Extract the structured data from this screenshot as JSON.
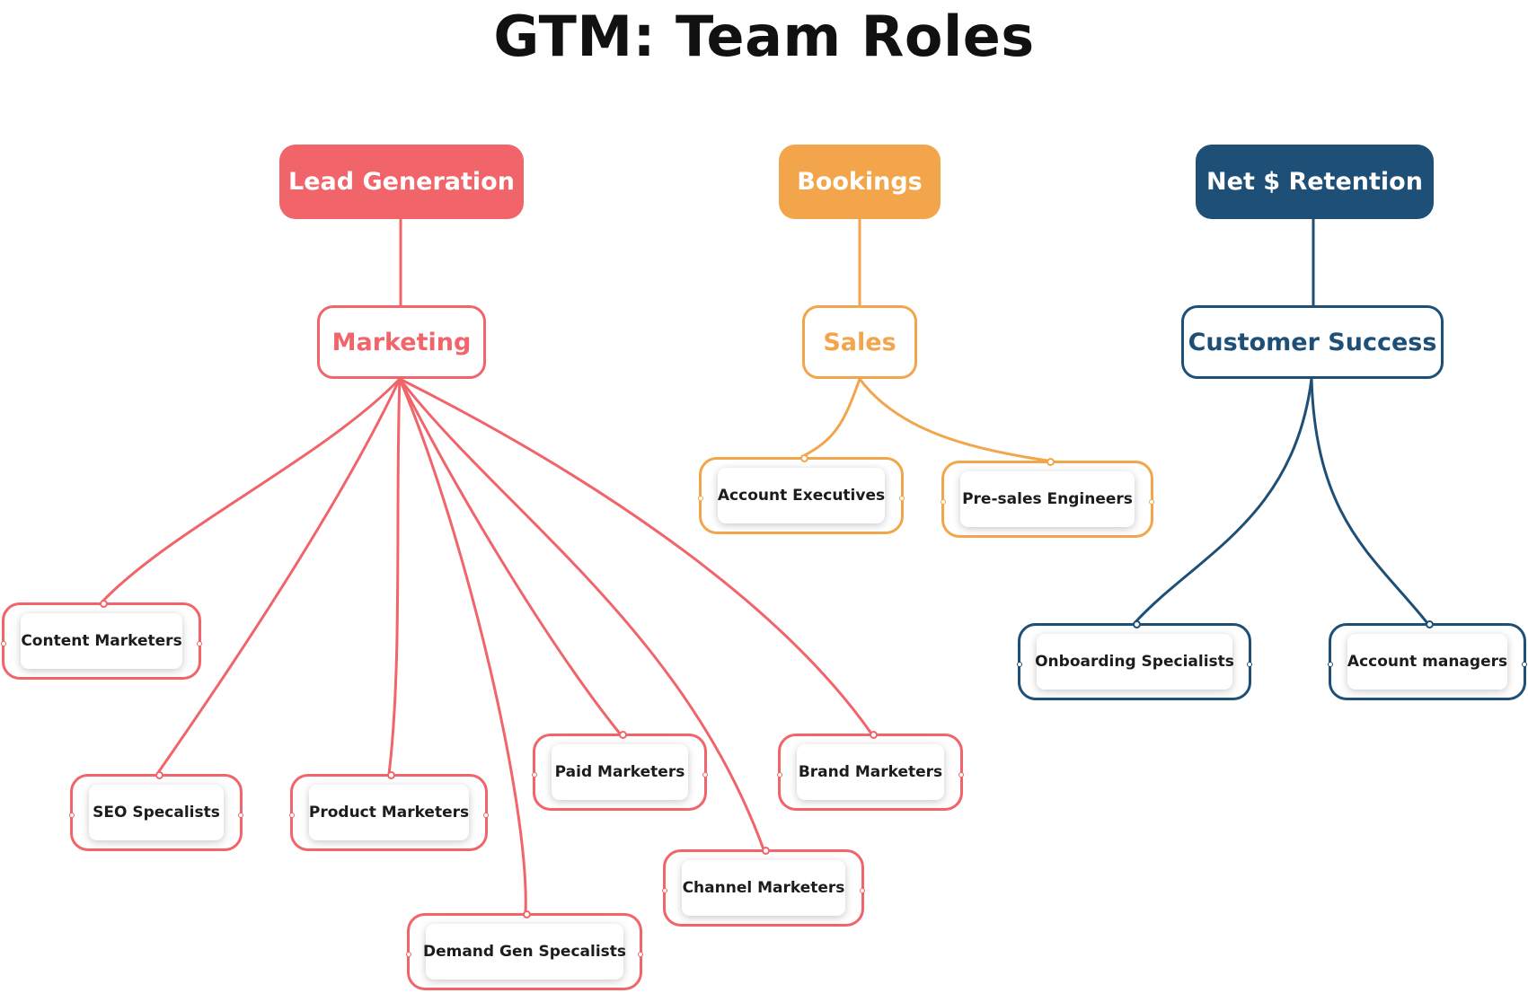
{
  "title": "GTM: Team Roles",
  "colors": {
    "red": "#f0646a",
    "orange": "#f2a54a",
    "navy": "#1e4f76"
  },
  "columns": [
    {
      "goal": "Lead Generation",
      "team": "Marketing",
      "roles": [
        "Content Marketers",
        "SEO Specalists",
        "Product Marketers",
        "Demand Gen Specalists",
        "Paid Marketers",
        "Channel Marketers",
        "Brand Marketers"
      ]
    },
    {
      "goal": "Bookings",
      "team": "Sales",
      "roles": [
        "Account Executives",
        "Pre-sales Engineers"
      ]
    },
    {
      "goal": "Net $ Retention",
      "team": "Customer Success",
      "roles": [
        "Onboarding Specialists",
        "Account managers"
      ]
    }
  ]
}
